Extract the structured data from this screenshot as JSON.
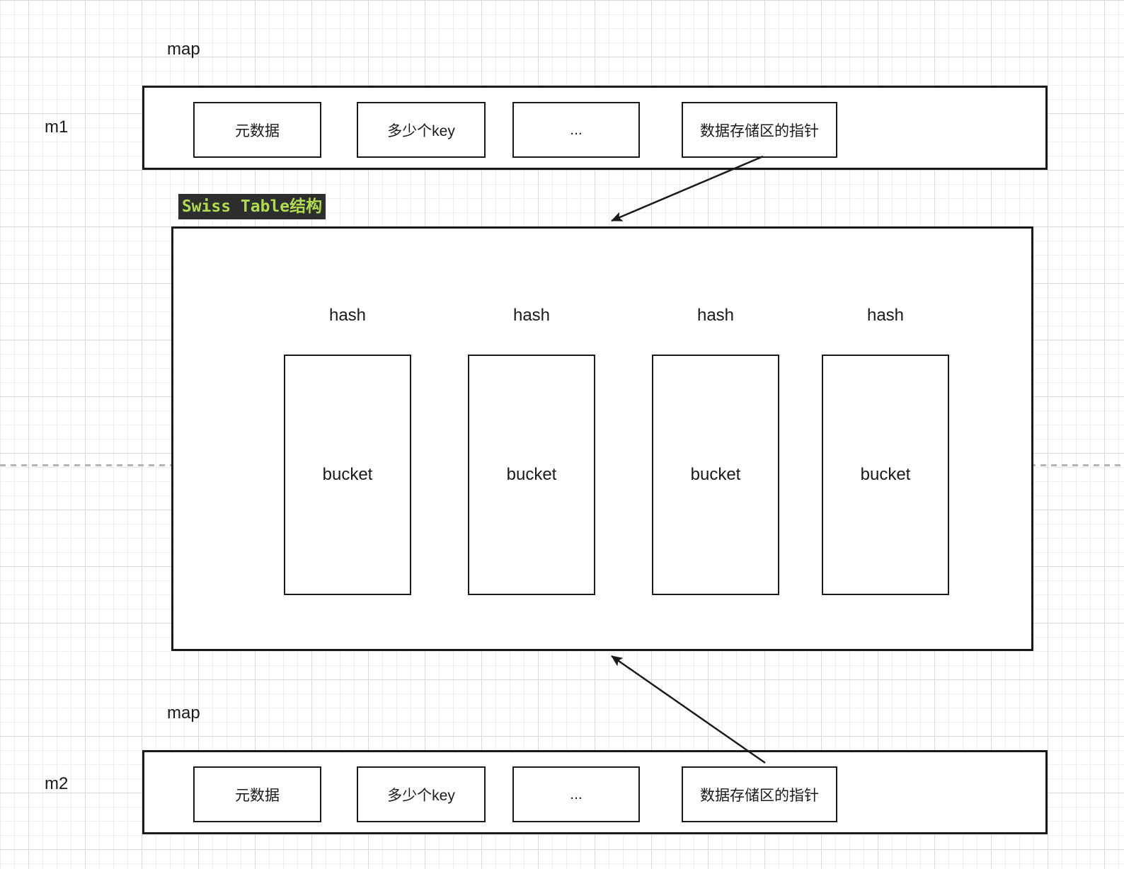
{
  "maps": [
    {
      "name": "m1",
      "title": "map",
      "fields": [
        "元数据",
        "多少个key",
        "...",
        "数据存储区的指针"
      ]
    },
    {
      "name": "m2",
      "title": "map",
      "fields": [
        "元数据",
        "多少个key",
        "...",
        "数据存储区的指针"
      ]
    }
  ],
  "swiss_table": {
    "title": "Swiss Table结构",
    "columns": [
      {
        "hash": "hash",
        "bucket": "bucket"
      },
      {
        "hash": "hash",
        "bucket": "bucket"
      },
      {
        "hash": "hash",
        "bucket": "bucket"
      },
      {
        "hash": "hash",
        "bucket": "bucket"
      }
    ]
  },
  "arrows": [
    {
      "from": "m1.数据存储区的指针",
      "to": "swiss-table-top"
    },
    {
      "from": "m2.数据存储区的指针",
      "to": "swiss-table-bottom"
    }
  ],
  "colors": {
    "stroke": "#1a1a1a",
    "grid_light": "#efefef",
    "grid_heavy": "#d9d9d9",
    "dashed_guide": "#b5b5b5",
    "tag_background": "#2e2e2e",
    "tag_text": "#b0dc52"
  }
}
